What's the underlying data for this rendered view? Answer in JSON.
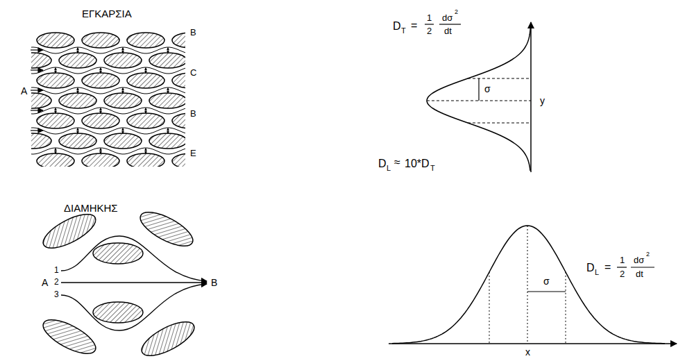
{
  "diagram": {
    "labels": [
      "ΕΓΚΑΡΣΙΑ",
      "A",
      "B",
      "C",
      "B",
      "E",
      "D",
      "T",
      "=",
      "1",
      "2",
      "dσ",
      "2",
      "dt",
      "σ",
      "y",
      "D",
      "L",
      "≈",
      "10*D",
      "T",
      "ΔΙΑΜΗΚΗΣ",
      "1",
      "2",
      "3",
      "A",
      "B",
      "σ",
      "x",
      "D",
      "L",
      "=",
      "1",
      "2",
      "dσ",
      "2",
      "dt"
    ]
  }
}
